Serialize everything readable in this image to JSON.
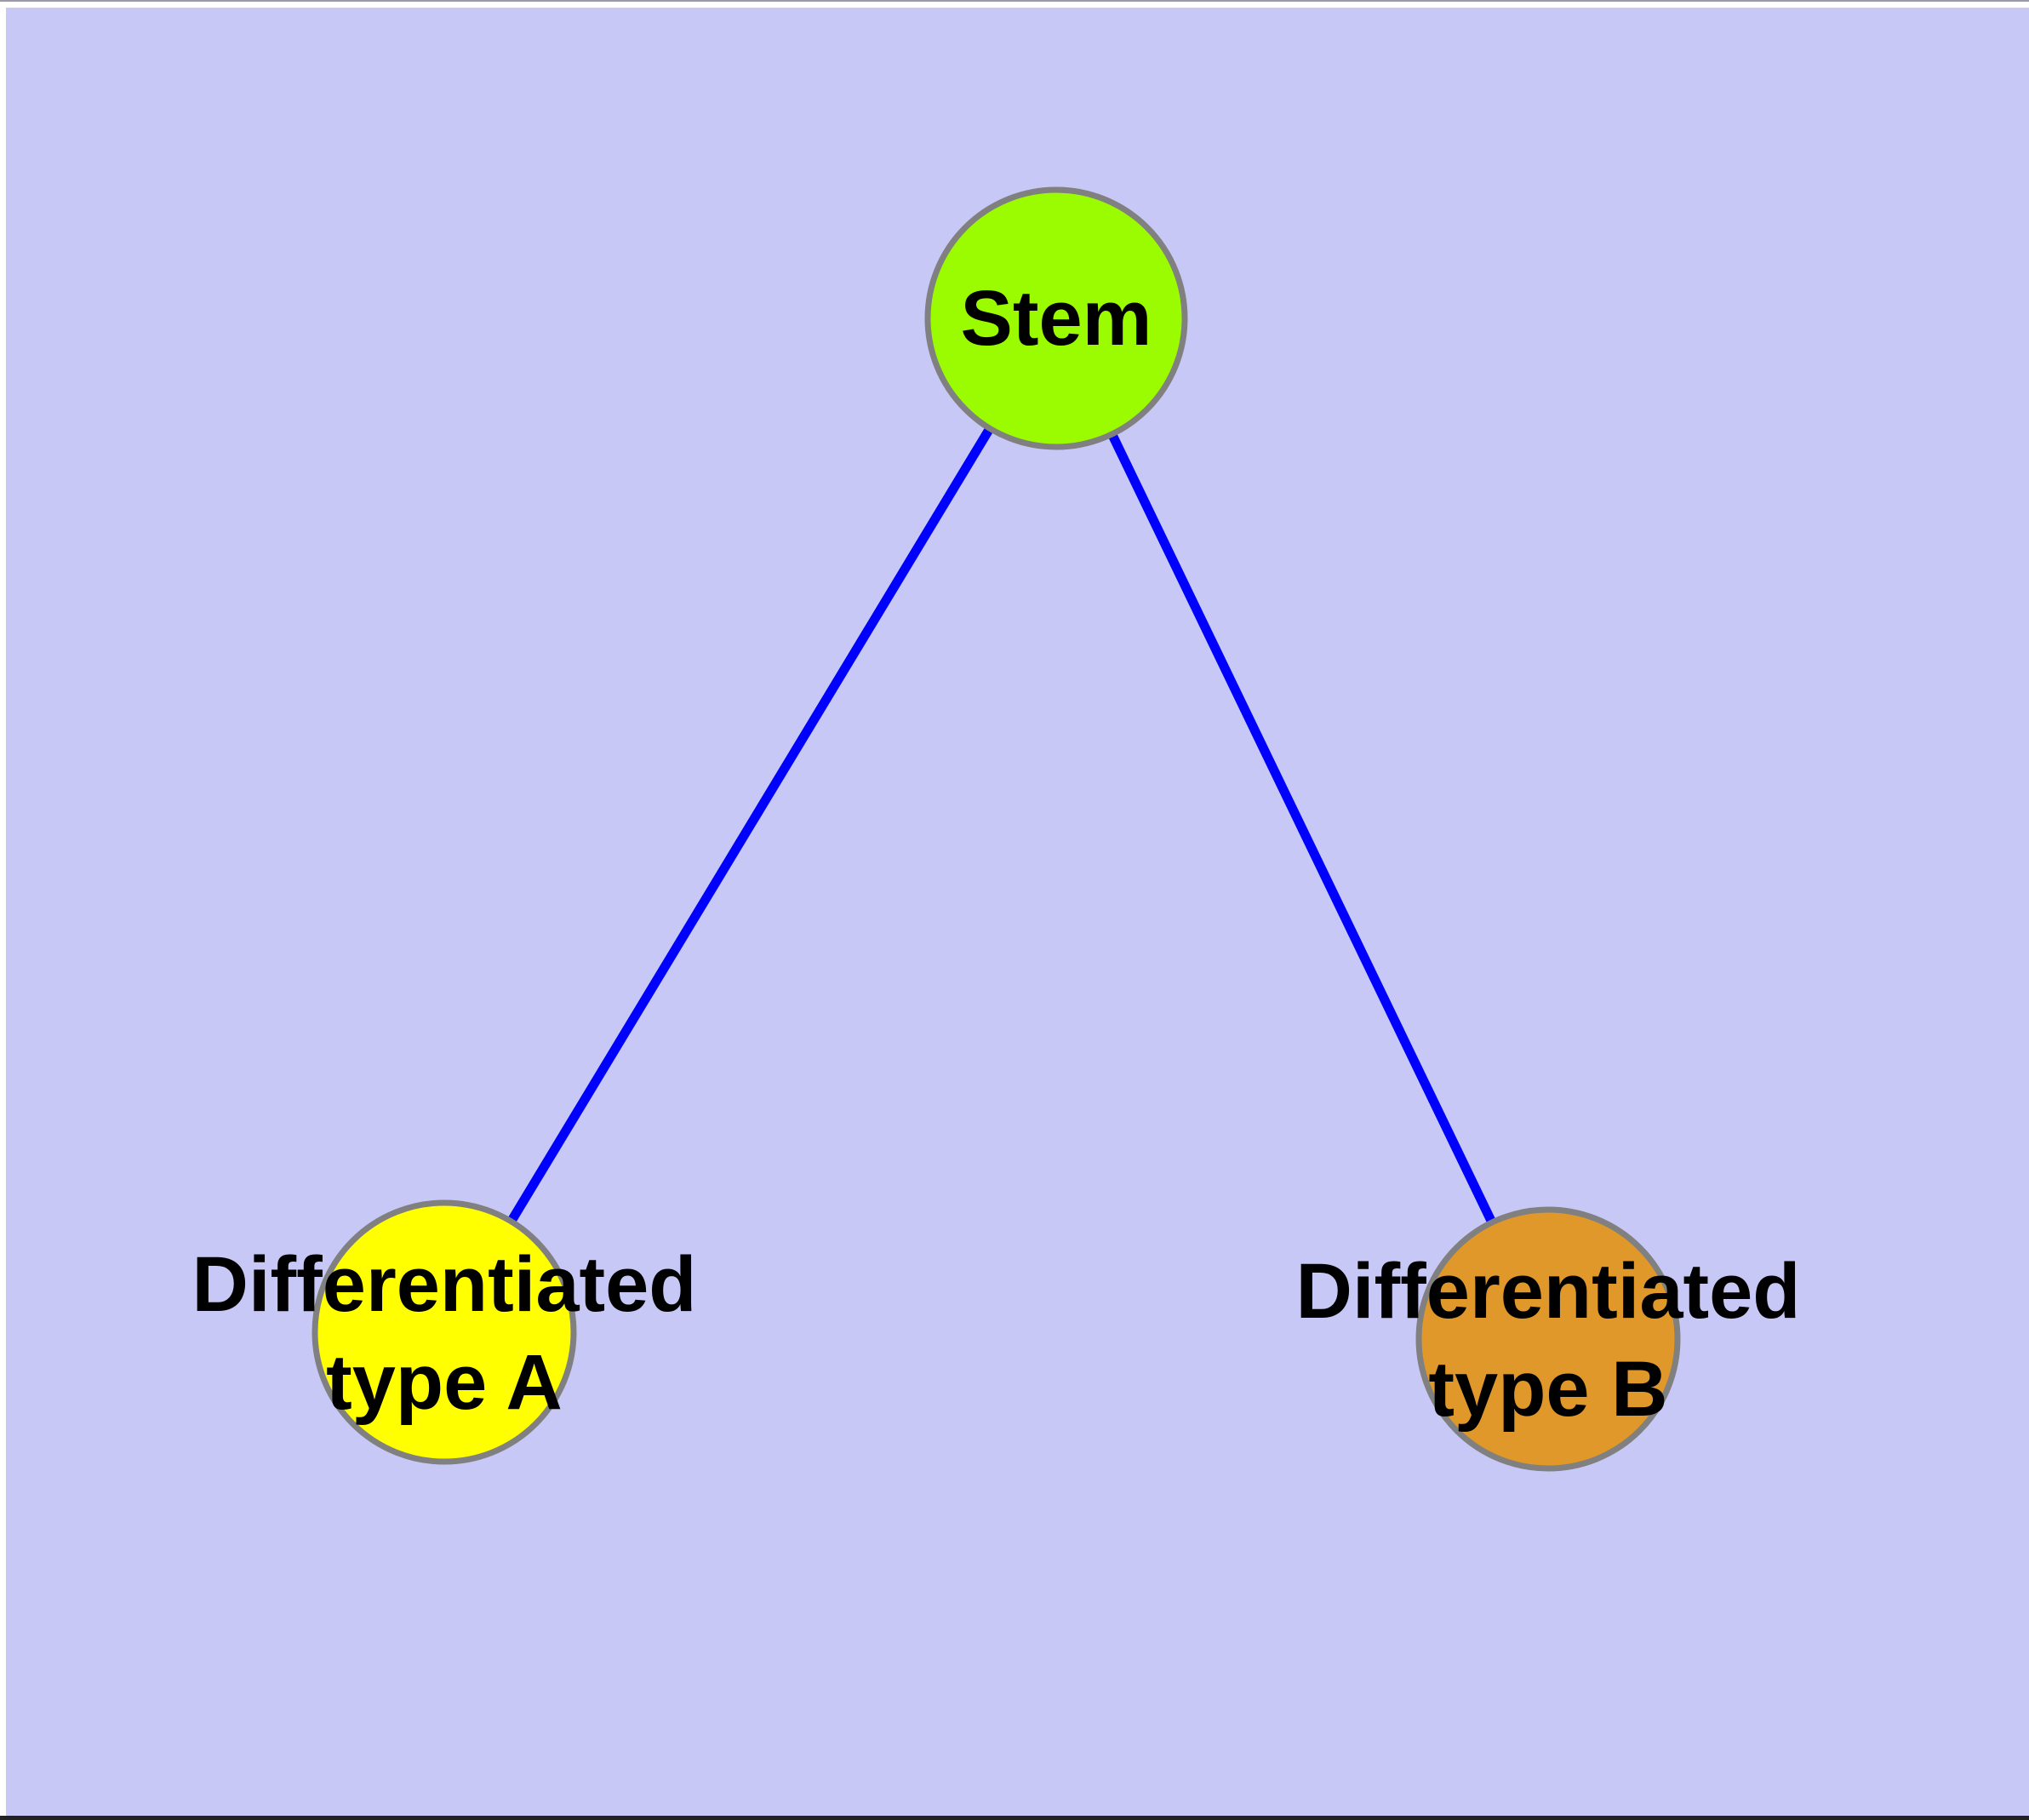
{
  "canvas": {
    "background_color": "#C8C8F7",
    "frame_top_hairline_color": "#9a9aa8",
    "frame_white_color": "#ffffff",
    "frame_bottom_color": "#222222",
    "edge_color": "#0000FF",
    "node_border_color": "#808080",
    "label_color": "#000000"
  },
  "diagram": {
    "type": "node-link-graph",
    "description": "Stem cell differentiation graph: one stem node linked to two differentiated cell-type nodes",
    "nodes": [
      {
        "id": "stem",
        "label_line1": "Stem",
        "label_line2": "",
        "fill": "#9BFB00"
      },
      {
        "id": "type-a",
        "label_line1": "Differentiated",
        "label_line2": "type A",
        "fill": "#FFFF00"
      },
      {
        "id": "type-b",
        "label_line1": "Differentiated",
        "label_line2": "type B",
        "fill": "#E0982A"
      }
    ],
    "edges": [
      {
        "from": "Stem",
        "to": "Differentiated type A"
      },
      {
        "from": "Stem",
        "to": "Differentiated type B"
      }
    ]
  }
}
